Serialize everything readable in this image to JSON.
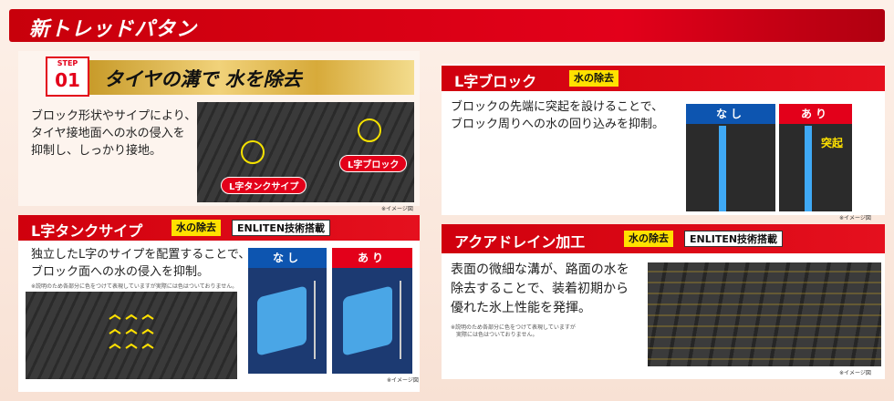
{
  "banner": {
    "title": "新トレッドパタン"
  },
  "step": {
    "label": "STEP",
    "number": "01",
    "title": "タイヤの溝で 水を除去",
    "desc": [
      "ブロック形状やサイプにより、",
      "タイヤ接地面への水の侵入を",
      "抑制し、しっかり接地。"
    ],
    "labels": {
      "sipe": "L字タンクサイプ",
      "block": "L字ブロック"
    },
    "caption": "※イメージ図"
  },
  "tank_sipe": {
    "title": "L字タンクサイプ",
    "tag_water": "水の除去",
    "tag_enliten": "ENLITEN技術搭載",
    "desc": [
      "独立したL字のサイプを配置することで、",
      "ブロック面への水の侵入を抑制。"
    ],
    "note": "※説明のため各部分に色をつけて表現していますが実際には色はついておりません。",
    "compare": {
      "without": "なし",
      "with": "あり"
    },
    "caption": "※イメージ図"
  },
  "l_block": {
    "title": "L字ブロック",
    "tag_water": "水の除去",
    "desc": [
      "ブロックの先端に突起を設けることで、",
      "ブロック周りへの水の回り込みを抑制。"
    ],
    "compare": {
      "without": "なし",
      "with": "あり",
      "bump": "突起"
    },
    "caption": "※イメージ図"
  },
  "aqua_drain": {
    "title": "アクアドレイン加工",
    "tag_water": "水の除去",
    "tag_enliten": "ENLITEN技術搭載",
    "desc": [
      "表面の微細な溝が、路面の水を",
      "除去することで、装着初期から",
      "優れた氷上性能を発揮。"
    ],
    "note": [
      "※説明のため各部分に色をつけて表現していますが",
      "　実際には色はついておりません。"
    ],
    "caption": "※イメージ図"
  },
  "colors": {
    "red": "#e3001a",
    "yellow": "#ffe100",
    "blue": "#1c5fb4",
    "gold": "#c9a227"
  }
}
